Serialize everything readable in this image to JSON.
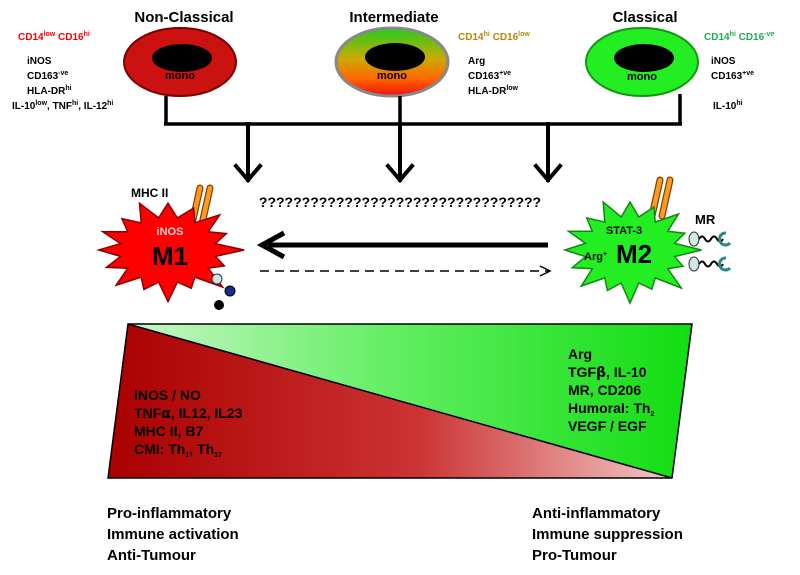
{
  "monocytes": {
    "non_classical": {
      "title": "Non-Classical",
      "phenotype": {
        "a": "CD14",
        "a_sup": "low",
        "b": " CD16",
        "b_sup": "hi",
        "color": "#ff0000"
      },
      "markers": [
        {
          "t": "iNOS",
          "s": ""
        },
        {
          "t": "CD163",
          "s": "-ve"
        },
        {
          "t": "HLA-DR",
          "s": "hi"
        }
      ],
      "cytokines": {
        "p1": "IL-10",
        "s1": "low",
        "p2": ", TNF",
        "s2": "hi",
        "p3": ", IL-12",
        "s3": "hi"
      },
      "cell_label": "mono",
      "cell_color": "#cc1111"
    },
    "intermediate": {
      "title": "Intermediate",
      "phenotype": {
        "a": "CD14",
        "a_sup": "hi",
        "b": " CD16",
        "b_sup": "low",
        "color": "#b8860b"
      },
      "markers": [
        {
          "t": "Arg",
          "s": ""
        },
        {
          "t": "CD163",
          "s": "+ve"
        },
        {
          "t": "HLA-DR",
          "s": "low"
        }
      ],
      "cell_label": "mono"
    },
    "classical": {
      "title": "Classical",
      "phenotype": {
        "a": "CD14",
        "a_sup": "hi",
        "b": " CD16",
        "b_sup": "-ve",
        "color": "#22aa55"
      },
      "markers": [
        {
          "t": "iNOS",
          "s": ""
        },
        {
          "t": "CD163",
          "s": "+ve"
        }
      ],
      "il10": {
        "t": "IL-10",
        "s": "hi"
      },
      "cell_label": "mono",
      "cell_color": "#22ee22"
    }
  },
  "question_marks": "?????????????????????????????????",
  "m1": {
    "label": "M1",
    "inner": "iNOS",
    "receptor": "MHC II",
    "color": "#ff0000"
  },
  "m2": {
    "label": "M2",
    "inner_top": "STAT-3",
    "inner_left": "Arg",
    "inner_left_sup": "+",
    "receptor": "MR",
    "color": "#22ee22"
  },
  "m1_list": [
    {
      "t": "iNOS / NO"
    },
    {
      "t": "TNF",
      "greek": "α",
      "rest": ", IL12, IL23"
    },
    {
      "t": "MHC II, B7"
    },
    {
      "t": "CMI: Th",
      "sub1": "1",
      "mid": ", Th",
      "sub2": "17"
    }
  ],
  "m2_list": [
    {
      "t": "Arg"
    },
    {
      "t": "TGF",
      "greek": "β",
      "rest": ", IL-10"
    },
    {
      "t": "MR, CD206"
    },
    {
      "t": "Humoral: Th",
      "sub1": "2"
    },
    {
      "t": "VEGF / EGF"
    }
  ],
  "left_outcomes": [
    "Pro-inflammatory",
    "Immune activation",
    "Anti-Tumour"
  ],
  "right_outcomes": [
    "Anti-inflammatory",
    "Immune suppression",
    "Pro-Tumour"
  ]
}
